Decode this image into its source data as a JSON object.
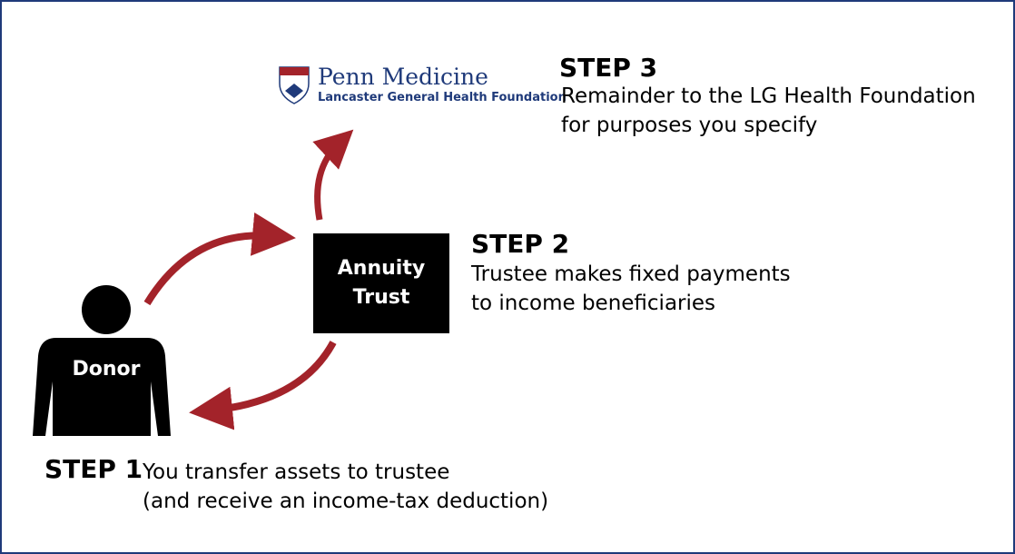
{
  "logo": {
    "title": "Penn Medicine",
    "subtitle": "Lancaster General Health Foundation"
  },
  "donor": {
    "label": "Donor"
  },
  "trust": {
    "label_line1": "Annuity",
    "label_line2": "Trust"
  },
  "steps": [
    {
      "title": "STEP 1",
      "line1": "You transfer assets to trustee",
      "line2": "(and receive an income-tax deduction)"
    },
    {
      "title": "STEP 2",
      "line1": "Trustee makes fixed payments",
      "line2": "to income beneficiaries"
    },
    {
      "title": "STEP 3",
      "line1": "Remainder to the LG Health Foundation",
      "line2": "for purposes you specify"
    }
  ],
  "colors": {
    "arrow": "#a3232a",
    "border": "#1f3a7a",
    "logo": "#1f3a7a"
  }
}
